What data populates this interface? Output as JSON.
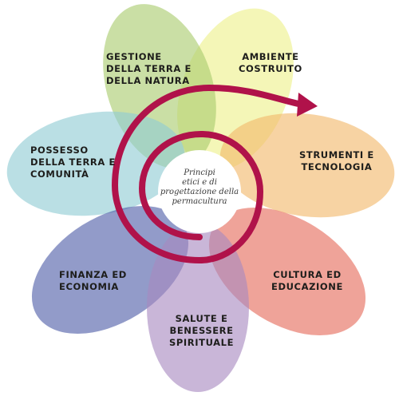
{
  "colors": {
    "petal_gestione": "#a9cc6e",
    "petal_ambiente": "#eef08a",
    "petal_strumenti": "#f2b86a",
    "petal_cultura": "#e56b5a",
    "petal_salute": "#a889c0",
    "petal_finanza": "#4f5ea8",
    "petal_possesso": "#8fcbd3",
    "spiral": "#b0124a",
    "center": "#ffffff"
  },
  "petals": {
    "gestione": "Gestione\ndella terra e\ndella natura",
    "ambiente": "Ambiente\ncostruito",
    "strumenti": "Strumenti e\ntecnologia",
    "cultura": "Cultura ed\neducazione",
    "salute": "Salute e\nbenessere\nspirituale",
    "finanza": "Finanza ed\neconomia",
    "possesso": "Possesso\ndella terra e\ncomunità"
  },
  "center": {
    "text": "Principi\netici e di\nprogettazione della\npermacultura"
  }
}
